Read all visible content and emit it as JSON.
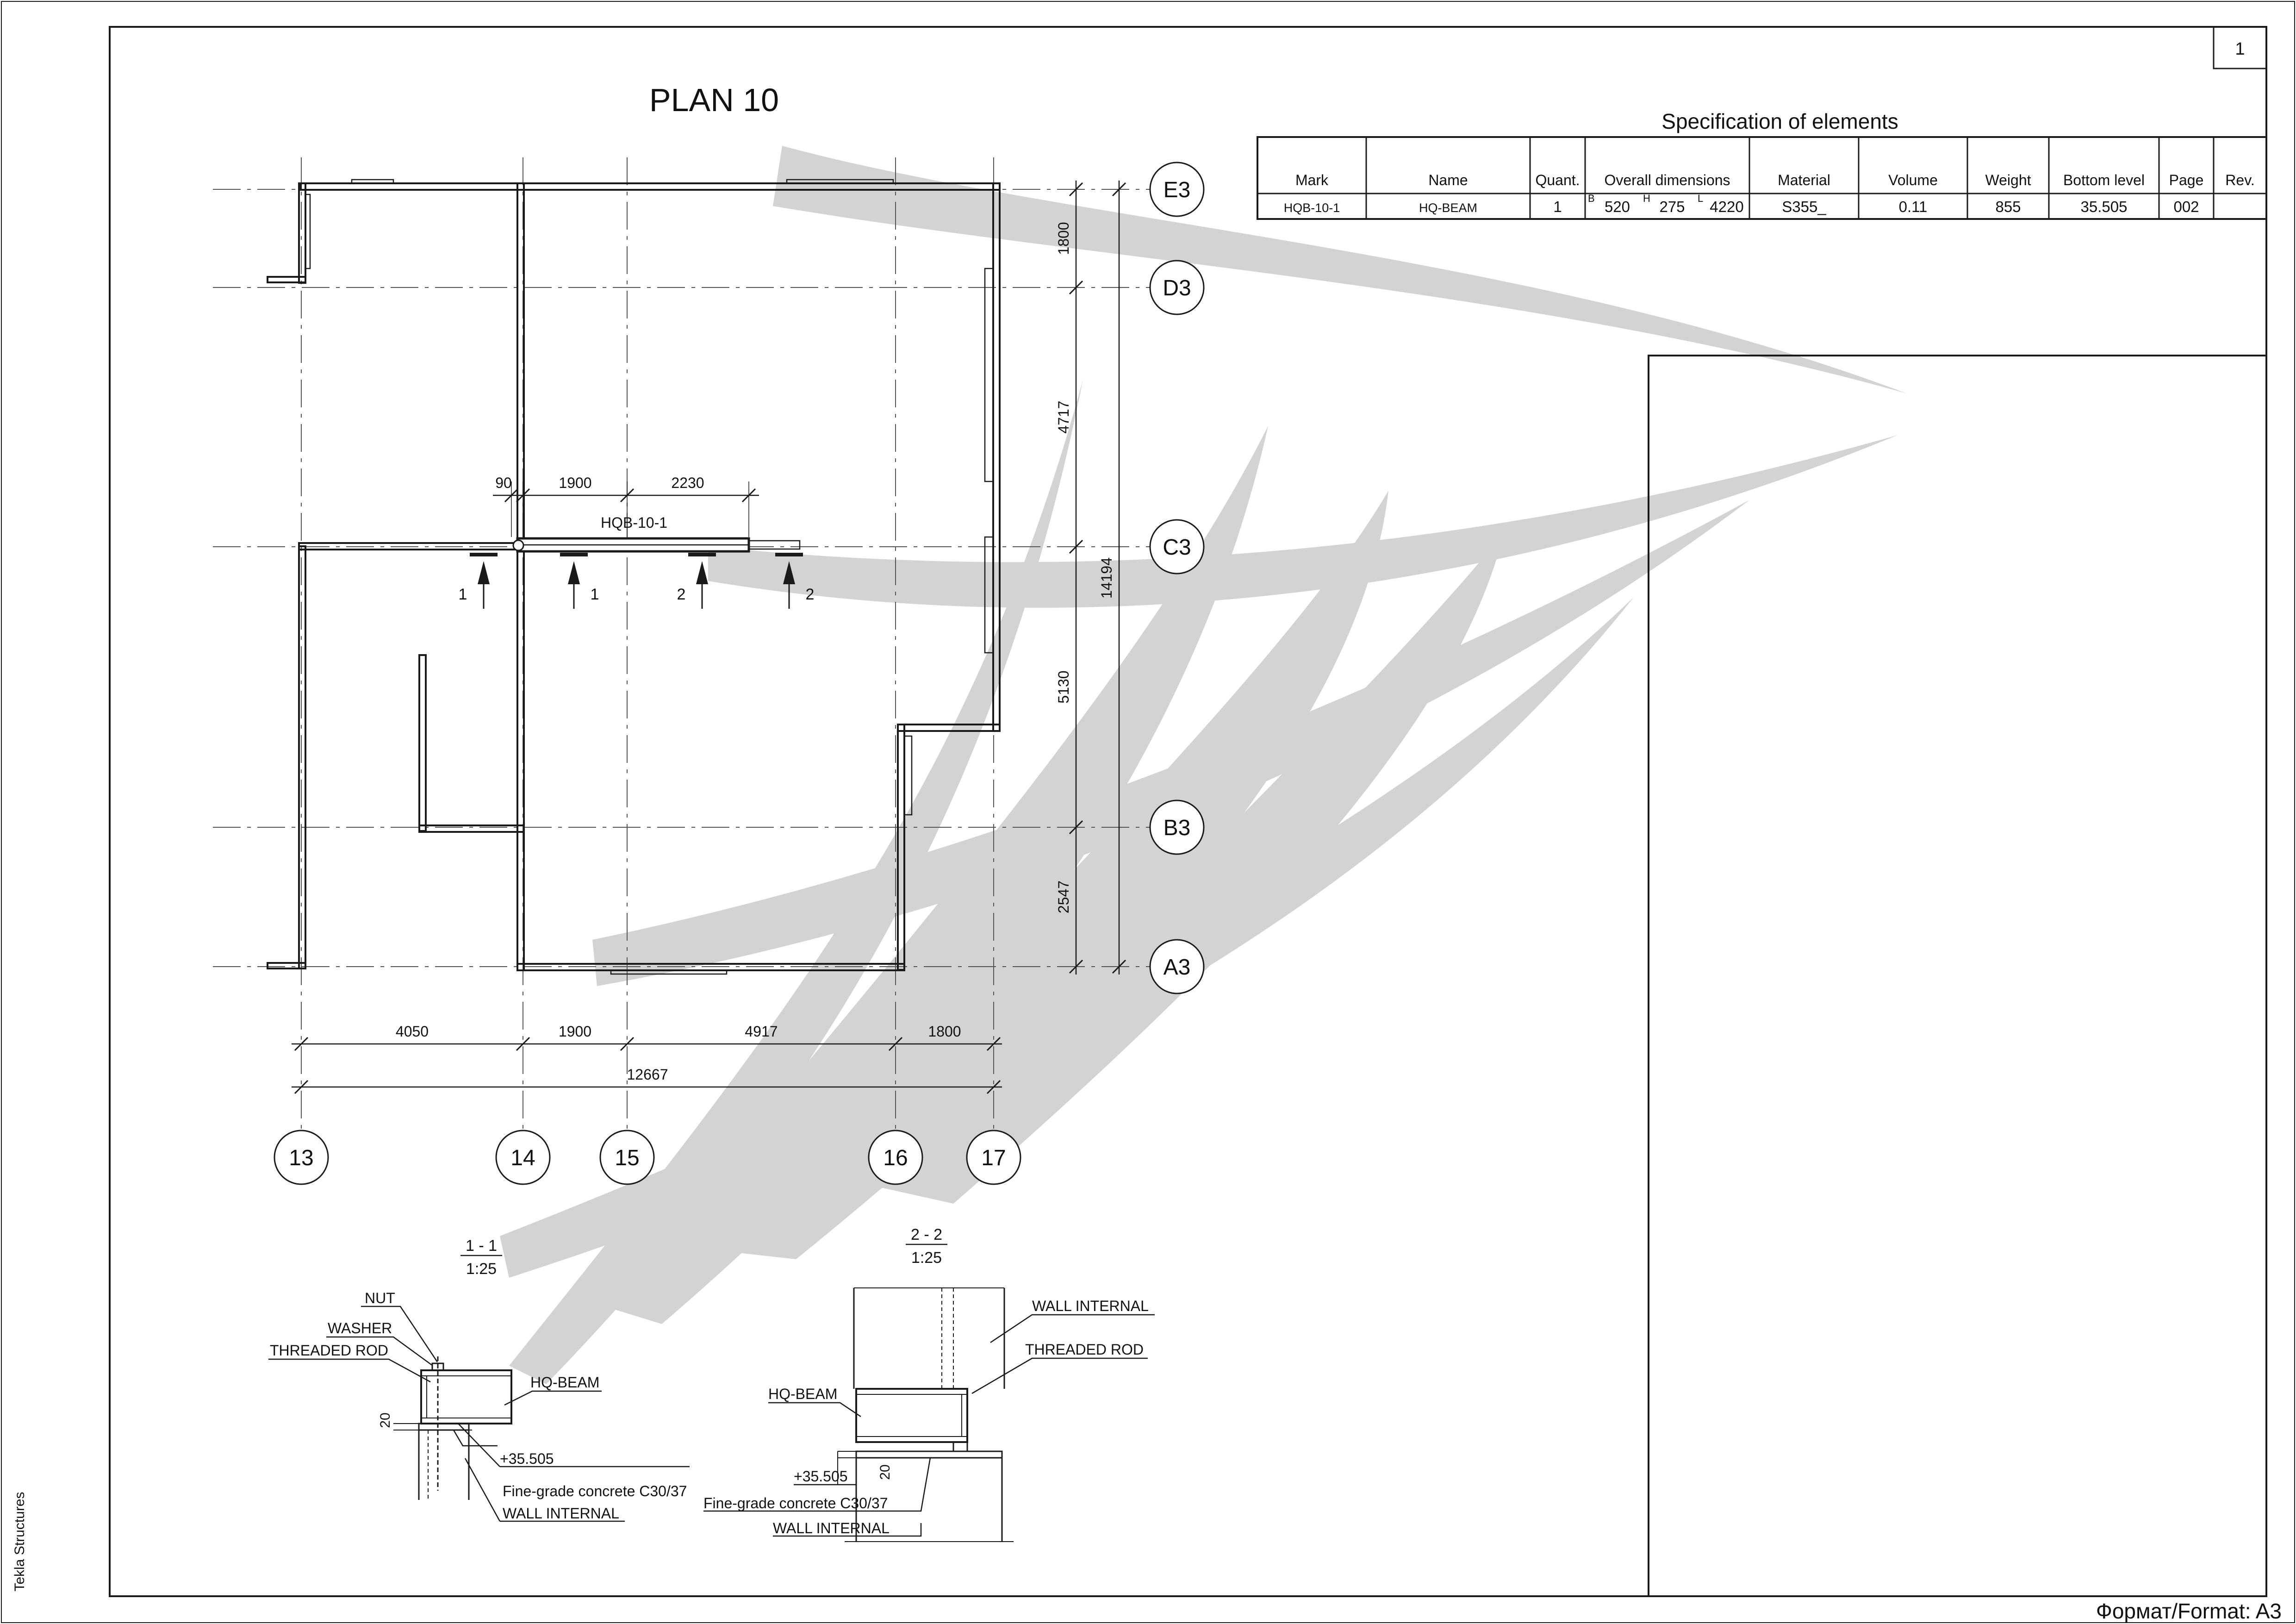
{
  "sheet": {
    "title": "PLAN 10",
    "sheet_number": "1",
    "format_label": "Формат/Format: A3",
    "software_label": "Tekla Structures"
  },
  "spec_table": {
    "title": "Specification of elements",
    "headers": [
      "Mark",
      "Name",
      "Quant.",
      "Overall dimensions",
      "Material",
      "Volume",
      "Weight",
      "Bottom level",
      "Page",
      "Rev."
    ],
    "dim_prefixes": [
      "B",
      "H",
      "L"
    ],
    "rows": [
      {
        "mark": "HQB-10-1",
        "name": "HQ-BEAM",
        "quant": "1",
        "b": "520",
        "h": "275",
        "l": "4220",
        "material": "S355_",
        "volume": "0.11",
        "weight": "855",
        "bottom_level": "35.505",
        "page": "002",
        "rev": ""
      }
    ]
  },
  "plan": {
    "axes_horizontal": [
      "E3",
      "D3",
      "C3",
      "B3",
      "A3"
    ],
    "axes_vertical": [
      "13",
      "14",
      "15",
      "16",
      "17"
    ],
    "dims_bottom": [
      "4050",
      "1900",
      "4917",
      "1800"
    ],
    "dim_bottom_total": "12667",
    "dims_right": [
      "1800",
      "4717",
      "5130",
      "2547"
    ],
    "dim_right_total": "14194",
    "dims_top_beam": [
      "90",
      "1900",
      "2230"
    ],
    "beam_mark": "HQB-10-1",
    "section_marks": [
      "1",
      "1",
      "2",
      "2"
    ]
  },
  "section_1": {
    "title": "1 - 1",
    "scale": "1:25",
    "labels": {
      "nut": "NUT",
      "washer": "WASHER",
      "threaded_rod": "THREADED ROD",
      "hq_beam": "HQ-BEAM",
      "level": "+35.505",
      "concrete": "Fine-grade concrete C30/37",
      "wall": "WALL INTERNAL",
      "gap": "20"
    }
  },
  "section_2": {
    "title": "2 - 2",
    "scale": "1:25",
    "labels": {
      "wall_top": "WALL INTERNAL",
      "threaded_rod": "THREADED ROD",
      "hq_beam": "HQ-BEAM",
      "level": "+35.505",
      "gap": "20",
      "concrete": "Fine-grade concrete C30/37",
      "wall": "WALL INTERNAL"
    }
  }
}
